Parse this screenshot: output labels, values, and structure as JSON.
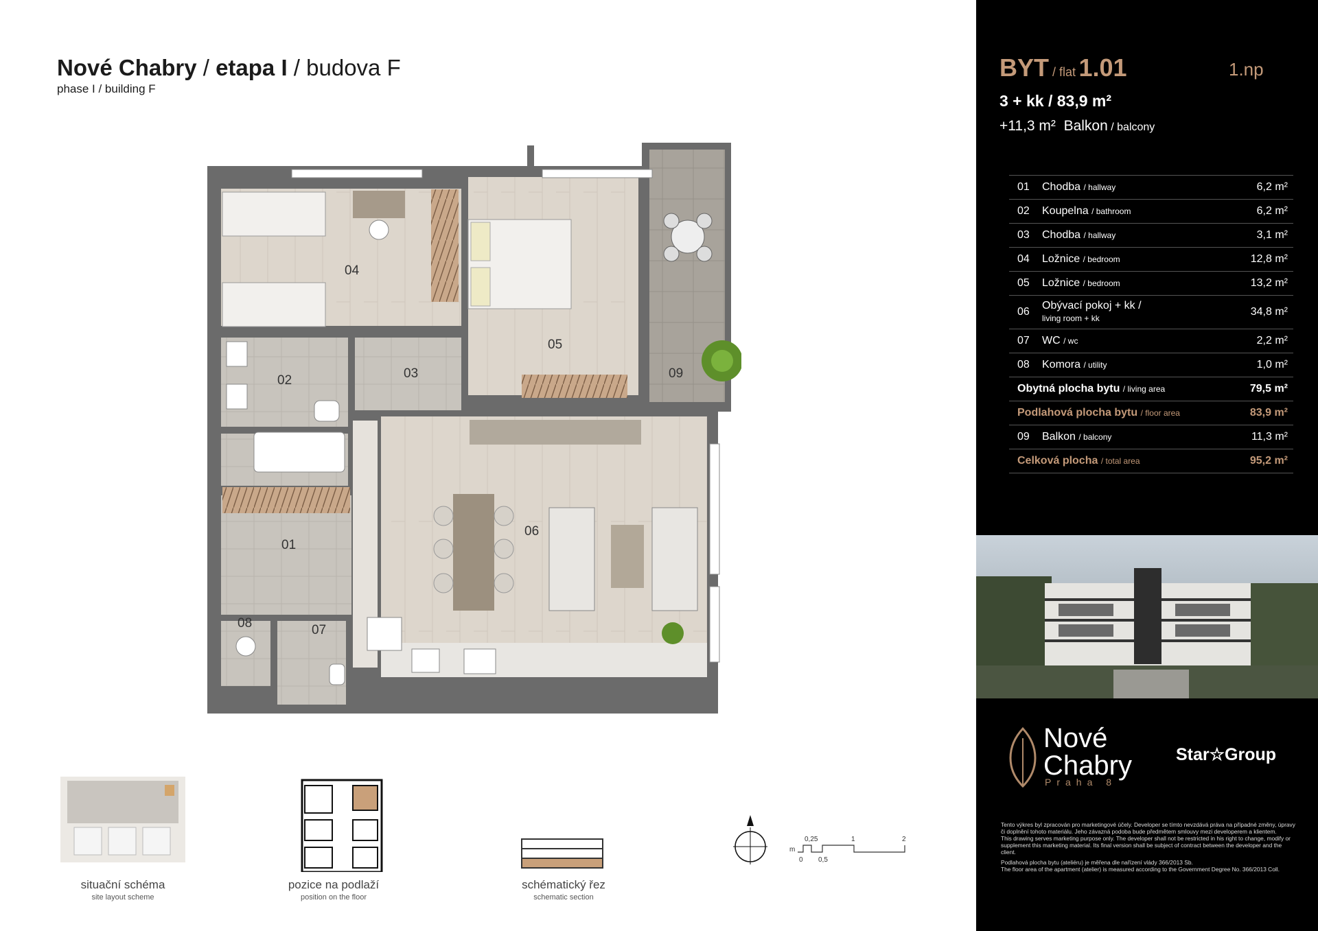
{
  "header": {
    "project": "Nové Chabry",
    "phase": "etapa I",
    "building": "budova F",
    "subtitle": "phase I / building F"
  },
  "plan": {
    "labels": [
      "04",
      "05",
      "09",
      "02",
      "03",
      "06",
      "01",
      "08",
      "07"
    ]
  },
  "schemes": [
    {
      "title": "situační schéma",
      "subtitle": "site layout scheme"
    },
    {
      "title": "pozice na podlaží",
      "subtitle": "position on the floor"
    },
    {
      "title": "schématický řez",
      "subtitle": "schematic section"
    }
  ],
  "scale": {
    "unit": "m",
    "ticks_top": [
      "0,25",
      "1",
      "2"
    ],
    "ticks_bottom": [
      "0",
      "0,5"
    ]
  },
  "flat": {
    "label_cz": "BYT",
    "label_en": "flat",
    "number": "1.01",
    "floor": "1.np",
    "layout": "3 + kk / 83,9 m²",
    "balcony_area": "+11,3 m²",
    "balcony_cz": "Balkon",
    "balcony_en": "balcony"
  },
  "rooms": [
    {
      "num": "01",
      "cz": "Chodba",
      "en": "hallway",
      "area": "6,2  m²"
    },
    {
      "num": "02",
      "cz": "Koupelna",
      "en": "bathroom",
      "area": "6,2  m²"
    },
    {
      "num": "03",
      "cz": "Chodba",
      "en": "hallway",
      "area": "3,1  m²"
    },
    {
      "num": "04",
      "cz": "Ložnice",
      "en": "bedroom",
      "area": "12,8  m²"
    },
    {
      "num": "05",
      "cz": "Ložnice",
      "en": "bedroom",
      "area": "13,2  m²"
    },
    {
      "num": "06",
      "cz": "Obývací pokoj + kk /",
      "en": "living room + kk",
      "area": "34,8  m²"
    },
    {
      "num": "07",
      "cz": "WC",
      "en": "wc",
      "area": "2,2  m²"
    },
    {
      "num": "08",
      "cz": "Komora",
      "en": "utility",
      "area": "1,0  m²"
    }
  ],
  "summary": {
    "living_cz": "Obytná plocha bytu",
    "living_en": "living area",
    "living_area": "79,5  m²",
    "floor_cz": "Podlahová plocha bytu",
    "floor_en": "floor area",
    "floor_area": "83,9  m²",
    "balc_num": "09",
    "balc_cz": "Balkon",
    "balc_en": "balcony",
    "balc_area": "11,3  m²",
    "total_cz": "Celková plocha",
    "total_en": "total area",
    "total_area": "95,2  m²"
  },
  "brand": {
    "line1": "Nové",
    "line2": "Chabry",
    "city": "Praha 8",
    "developer": "Star☆Group"
  },
  "disclaimer": {
    "p1": "Tento výkres byl zpracován pro marketingové účely. Developer se tímto nevzdává práva na případné změny, úpravy či doplnění tohoto materiálu. Jeho závazná podoba bude předmětem smlouvy mezi developerem a klientem.",
    "p1en": "This drawing serves marketing purpose only. The developer shall not be restricted in his right to change, modify or supplement this marketing material. Its final version shall be subject of contract between the developer and the client.",
    "p2": "Podlahová plocha bytu (ateliéru) je měřena dle nařízení vlády 366/2013 Sb.",
    "p2en": "The floor area of the apartment (atelier) is measured according to the Government Degree No. 366/2013 Coll."
  },
  "colors": {
    "panel": "#000000",
    "accent": "#c49a79",
    "wall": "#6b6b6b",
    "wood": "#ddd6cc",
    "tile": "#c8c4bd"
  }
}
